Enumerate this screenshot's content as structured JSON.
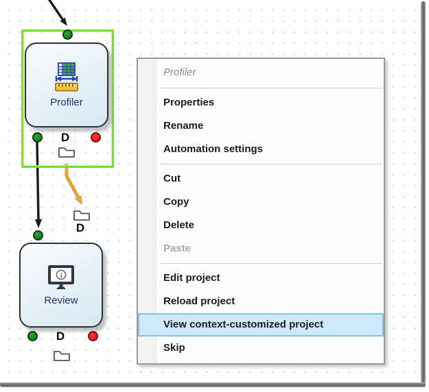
{
  "canvas": {
    "grid_dot_color": "#c3dbee",
    "selection_color": "#7cdf2d",
    "nodes": [
      {
        "label": "Profiler",
        "icon": "profiler-table-ruler-icon",
        "selected": true,
        "ports": {
          "top": "green",
          "bottom_left": "green",
          "bottom_right": "red"
        },
        "output_label": "D"
      },
      {
        "label": "Review",
        "icon": "review-monitor-info-icon",
        "selected": false,
        "ports": {
          "top": "green",
          "bottom_left": "green",
          "bottom_right": "red"
        },
        "output_label": "D"
      }
    ],
    "detached_output": {
      "label": "D",
      "icon": "folder-icon"
    },
    "connectors": [
      {
        "name": "incoming-flow",
        "color": "#1c1c1c"
      },
      {
        "name": "profiler-to-review",
        "color": "#1c1c1c"
      },
      {
        "name": "profiler-detached-output",
        "color": "#e2a23c"
      }
    ],
    "port_colors": {
      "green": "#1d8a1f",
      "red": "#e81c22"
    }
  },
  "context_menu": {
    "header": "Profiler",
    "highlight_bg": "#cde9fb",
    "highlight_border": "#84bfe8",
    "groups": [
      {
        "items": [
          {
            "label": "Properties"
          },
          {
            "label": "Rename"
          },
          {
            "label": "Automation settings"
          }
        ]
      },
      {
        "items": [
          {
            "label": "Cut"
          },
          {
            "label": "Copy"
          },
          {
            "label": "Delete"
          },
          {
            "label": "Paste",
            "disabled": true
          }
        ]
      },
      {
        "items": [
          {
            "label": "Edit project"
          },
          {
            "label": "Reload project"
          },
          {
            "label": "View context-customized project",
            "highlighted": true
          },
          {
            "label": "Skip"
          }
        ]
      }
    ]
  }
}
